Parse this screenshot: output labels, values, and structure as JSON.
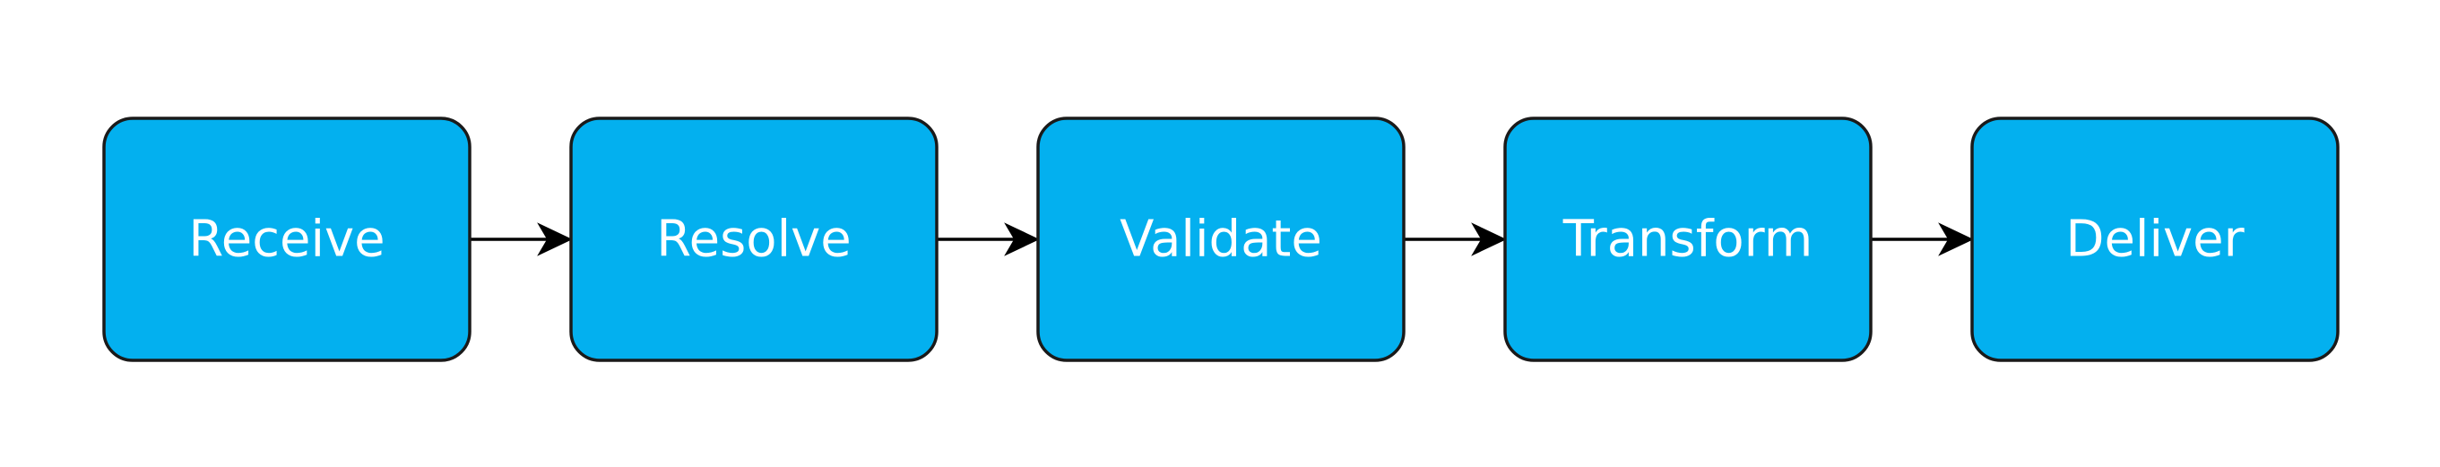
{
  "diagram": {
    "type": "flowchart",
    "direction": "left-to-right",
    "node_color": "#03b0ef",
    "node_border_color": "#1a1a1a",
    "label_color": "#ffffff",
    "edge_color": "#000000",
    "nodes": [
      {
        "id": "receive",
        "label": "Receive"
      },
      {
        "id": "resolve",
        "label": "Resolve"
      },
      {
        "id": "validate",
        "label": "Validate"
      },
      {
        "id": "transform",
        "label": "Transform"
      },
      {
        "id": "deliver",
        "label": "Deliver"
      }
    ],
    "edges": [
      {
        "from": "receive",
        "to": "resolve"
      },
      {
        "from": "resolve",
        "to": "validate"
      },
      {
        "from": "validate",
        "to": "transform"
      },
      {
        "from": "transform",
        "to": "deliver"
      }
    ]
  }
}
